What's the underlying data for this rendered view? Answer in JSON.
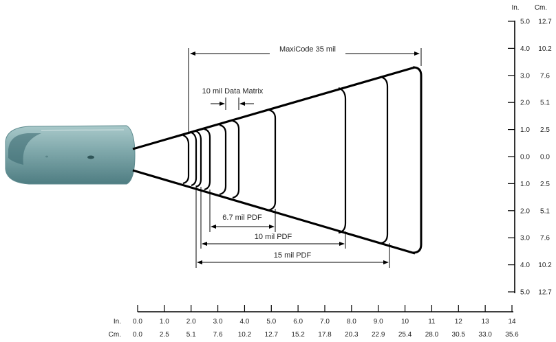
{
  "right_axis": {
    "header_in": "In.",
    "header_cm": "Cm.",
    "ticks": [
      {
        "in": "5.0",
        "cm": "12.7"
      },
      {
        "in": "4.0",
        "cm": "10.2"
      },
      {
        "in": "3.0",
        "cm": "7.6"
      },
      {
        "in": "2.0",
        "cm": "5.1"
      },
      {
        "in": "1.0",
        "cm": "2.5"
      },
      {
        "in": "0.0",
        "cm": "0.0"
      },
      {
        "in": "1.0",
        "cm": "2.5"
      },
      {
        "in": "2.0",
        "cm": "5.1"
      },
      {
        "in": "3.0",
        "cm": "7.6"
      },
      {
        "in": "4.0",
        "cm": "10.2"
      },
      {
        "in": "5.0",
        "cm": "12.7"
      }
    ]
  },
  "bottom_axis": {
    "label_in": "In.",
    "label_cm": "Cm.",
    "in_values": [
      "0.0",
      "1.0",
      "2.0",
      "3.0",
      "4.0",
      "5.0",
      "6.0",
      "7.0",
      "8.0",
      "9.0",
      "10",
      "11",
      "12",
      "13",
      "14"
    ],
    "cm_values": [
      "0.0",
      "2.5",
      "5.1",
      "7.6",
      "10.2",
      "12.7",
      "15.2",
      "17.8",
      "20.3",
      "22.9",
      "25.4",
      "28.0",
      "30.5",
      "33.0",
      "35.6"
    ]
  },
  "range_labels": {
    "maxicode": "MaxiCode 35 mil",
    "data_matrix": "10 mil Data Matrix",
    "pdf_6_7": "6.7 mil PDF",
    "pdf_10": "10 mil PDF",
    "pdf_15": "15 mil PDF"
  },
  "colors": {
    "scanner_body": "#7ea7aa",
    "scanner_highlight": "#b7d2d3",
    "line": "#000000"
  }
}
